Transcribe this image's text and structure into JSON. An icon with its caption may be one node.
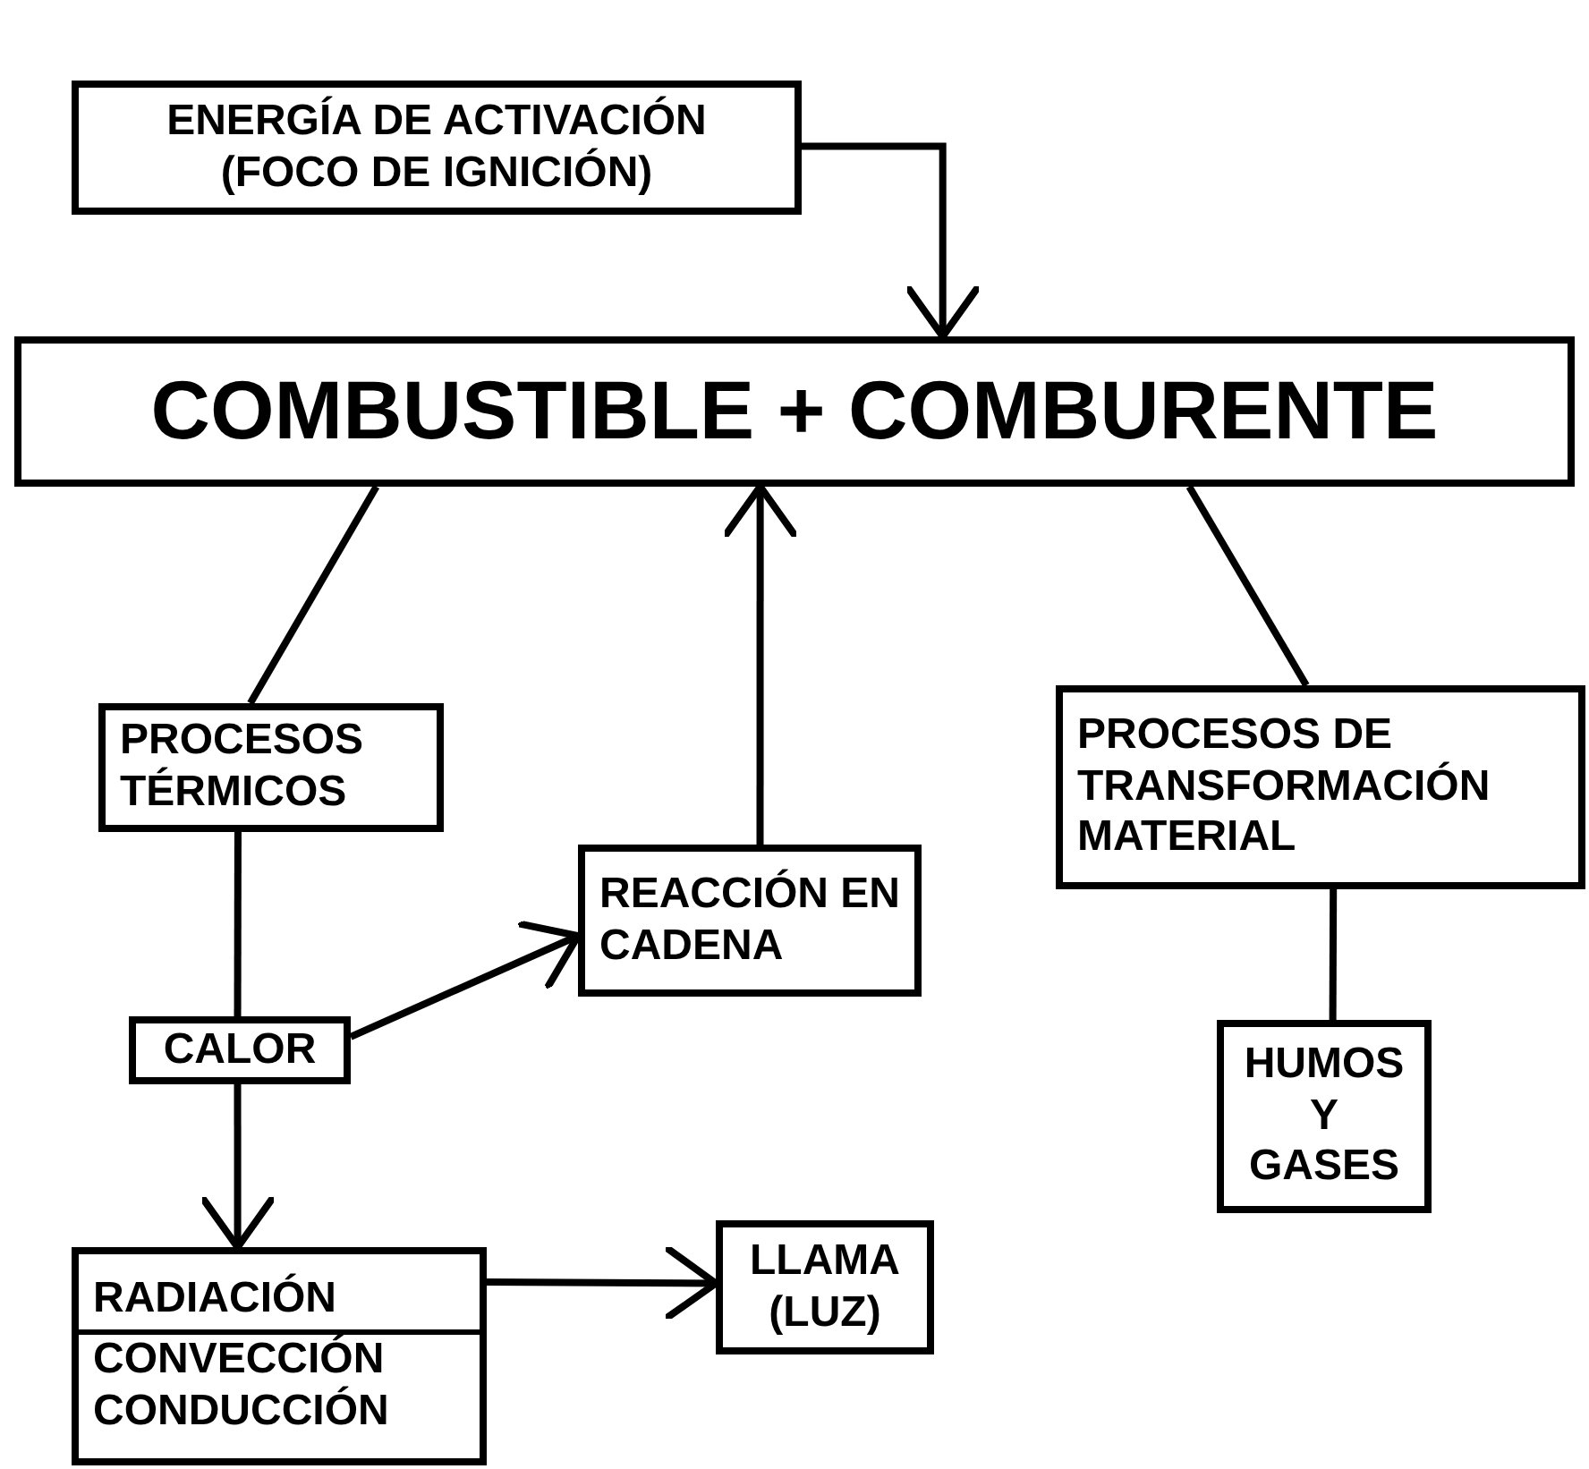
{
  "diagram": {
    "nodes": [
      {
        "text": [
          "ENERGÍA DE ACTIVACIÓN (FOCO DE IGNICIÓN)"
        ]
      },
      {
        "text": [
          "COMBUSTIBLE + COMBURENTE"
        ]
      },
      {
        "text": [
          "PROCESOS TÉRMICOS"
        ]
      },
      {
        "text": [
          "REACCIÓN EN CADENA"
        ]
      },
      {
        "text": [
          "PROCESOS DE TRANSFORMACIÓN MATERIAL"
        ]
      },
      {
        "text": [
          "CALOR"
        ]
      },
      {
        "text": [
          "HUMOS Y GASES"
        ]
      },
      {
        "text": [
          "RADIACIÓN",
          "CONVECCIÓN CONDUCCIÓN"
        ]
      },
      {
        "text": [
          "LLAMA (LUZ)"
        ]
      }
    ],
    "edges": [
      {
        "from": 0,
        "to": 1,
        "arrow": "to"
      },
      {
        "from": 1,
        "to": 2,
        "arrow": "none"
      },
      {
        "from": 3,
        "to": 1,
        "arrow": "to"
      },
      {
        "from": 1,
        "to": 4,
        "arrow": "none"
      },
      {
        "from": 2,
        "to": 5,
        "arrow": "none"
      },
      {
        "from": 5,
        "to": 3,
        "arrow": "to"
      },
      {
        "from": 5,
        "to": 7,
        "arrow": "to"
      },
      {
        "from": 7,
        "to": 8,
        "arrow": "to"
      },
      {
        "from": 4,
        "to": 6,
        "arrow": "none"
      }
    ]
  }
}
